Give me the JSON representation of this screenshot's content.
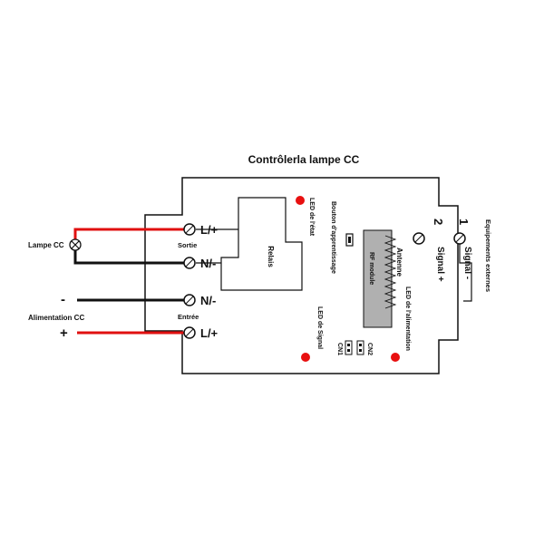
{
  "title": "Contrôlerla lampe CC",
  "terminals": {
    "l_plus_out": "L/+",
    "n_minus_out": "N/-",
    "n_minus_in": "N/-",
    "l_plus_in": "L/+"
  },
  "labels": {
    "sortie": "Sortie",
    "entree": "Entrée",
    "relais": "Relais",
    "lampe": "Lampe CC",
    "alimentation": "Alimentation CC",
    "minus_sign": "-",
    "plus_sign": "+"
  },
  "rotated_labels": {
    "led_etat": "LED de l'état",
    "bouton": "Bouton d'apprentissage",
    "antenne": "Antenne",
    "rf_module": "RF module",
    "led_alimentation": "LED de l'alimentation",
    "led_signal": "LED de Signal",
    "cn1": "CN1",
    "cn2": "CN2",
    "num_1": "1",
    "num_2": "2",
    "signal_minus": "Signal -",
    "signal_plus": "Signal +",
    "equipements": "Equipements externes"
  },
  "colors": {
    "wire_black": "#111111",
    "wire_red": "#e01010",
    "led_red": "#e81010",
    "rf_module_fill": "#b0b0b0"
  }
}
